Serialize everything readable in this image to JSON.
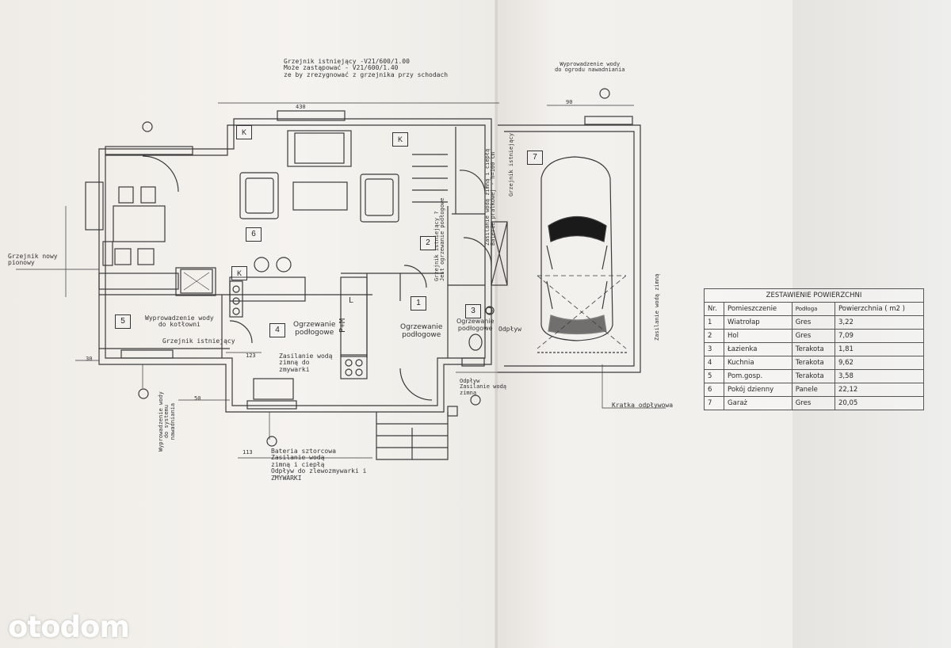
{
  "notes": {
    "radiator_top": [
      "Grzejnik istniejący -V21/600/1.00",
      "Może zastąpować - V21/600/1.40",
      "ze by zrezygnować z grzejnika przy schodach"
    ],
    "water_outlet_garage": [
      "Wyprowadzenie wody",
      "do ogrodu nawadniania"
    ],
    "radiator_new_left": [
      "Grzejnik nowy",
      "pionowy"
    ],
    "boiler_outlet": [
      "Wyprowadzenie wody",
      "do kotłowni"
    ],
    "existing_radiator": "Grzejnik istniejący",
    "kitchen_water": [
      "Zasilanie wodą",
      "zimną do",
      "zmywarki"
    ],
    "garage_hot_water": [
      "Zasilanie wodą zimną i ciepłą",
      "Baterie pralkowej - h=100 cm"
    ],
    "garage_radiator": "Grzejnik istniejący",
    "stairs_radiator_note": [
      "Grzejnik istniejący ?",
      "Jest ogrzewanie podłogowe"
    ],
    "bath_drain": "Odpływ",
    "bath_water": [
      "Odpływ",
      "Zasilanie wodą",
      "zimną"
    ],
    "cold_water_right": "Zasilanie wodą zimną",
    "drain_grate": "Kratka odpływowa",
    "sewer_outlet": [
      "Wyprowadzenie wody",
      "do systemu",
      "nawadniania"
    ],
    "sink_battery": [
      "Bateria sztorcowa",
      "Zasilanie wodą",
      "zimną i ciepłą",
      "Odpływ do zlewozmywarki i",
      "ZMYWARKI"
    ]
  },
  "rooms": [
    {
      "num": "1",
      "label": [
        "Ogrzewanie",
        "podłogowe"
      ]
    },
    {
      "num": "2",
      "label": []
    },
    {
      "num": "3",
      "label": [
        "Ogrzewanie",
        "podłogowe"
      ]
    },
    {
      "num": "4",
      "label": [
        "Ogrzewanie",
        "podłogowe"
      ]
    },
    {
      "num": "5",
      "label": []
    },
    {
      "num": "6",
      "label": []
    },
    {
      "num": "7",
      "label": []
    }
  ],
  "marks": {
    "k1": "K",
    "k2": "K",
    "k3": "K",
    "l": "L",
    "pm": "P+M"
  },
  "dims": {
    "d430": "430",
    "d90": "90",
    "d123": "123",
    "d50": "50",
    "d113": "113",
    "d30": "30"
  },
  "summary": {
    "title": "ZESTAWIENIE POWIERZCHNI",
    "headers": [
      "Nr.",
      "Pomieszczenie",
      "Podłoga",
      "Powierzchnia ( m2 )"
    ],
    "rows": [
      [
        "1",
        "Wiatrołap",
        "Gres",
        "3,22"
      ],
      [
        "2",
        "Hol",
        "Gres",
        "7,09"
      ],
      [
        "3",
        "Łazienka",
        "Terakota",
        "1,81"
      ],
      [
        "4",
        "Kuchnia",
        "Terakota",
        "9,62"
      ],
      [
        "5",
        "Pom.gosp.",
        "Terakota",
        "3,58"
      ],
      [
        "6",
        "Pokój dzienny",
        "Panele",
        "22,12"
      ],
      [
        "7",
        "Garaż",
        "Gres",
        "20,05"
      ]
    ]
  },
  "watermark": "otodom",
  "colors": {
    "paper": "#f4f2ee",
    "paper_right": "#f0eeea",
    "line": "#3a3a3a",
    "background": "#ebe6df"
  }
}
